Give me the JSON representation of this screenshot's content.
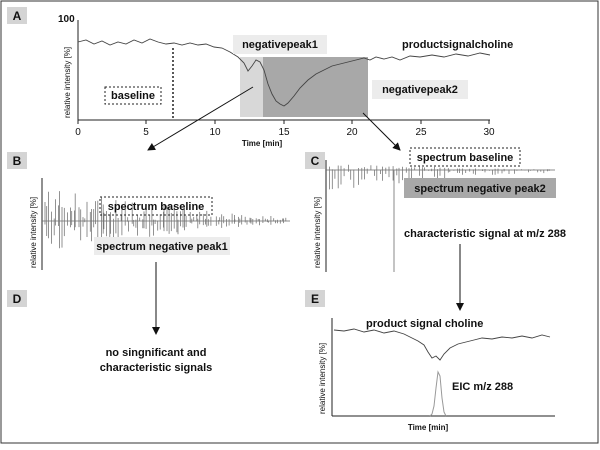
{
  "panels": {
    "a": "A",
    "b": "B",
    "c": "C",
    "d": "D",
    "e": "E"
  },
  "top_chart": {
    "y_max_label": "100",
    "y_axis_label": "relative intensity [%]",
    "x_axis_label": "Time [min]",
    "x_ticks": [
      "0",
      "5",
      "10",
      "15",
      "20",
      "25",
      "30"
    ],
    "baseline_label": "baseline",
    "negative_peak1_label": "negativepeak1",
    "negative_peak2_label": "negativepeak2",
    "product_signal_label": "productsignalcholine"
  },
  "panel_b": {
    "y_axis_label": "relative intensity [%]",
    "spectrum_baseline_label": "spectrum baseline",
    "spectrum_peak1_label": "spectrum negative peak1"
  },
  "panel_c": {
    "y_axis_label": "relative intensity [%]",
    "spectrum_baseline_label": "spectrum baseline",
    "spectrum_peak2_label": "spectrum negative peak2",
    "characteristic_label": "characteristic signal at m/z 288"
  },
  "panel_d": {
    "line1": "no singnificant and",
    "line2": "characteristic signals"
  },
  "panel_e": {
    "y_axis_label": "relative intensity [%]",
    "product_label": "product signal choline",
    "eic_label": "EIC m/z 288",
    "x_axis_label": "Time [min]"
  },
  "colors": {
    "border": "#333333",
    "label_bg": "#d4d4d4",
    "peak2_fill": "#a8a8a8",
    "peak1_fill": "#d8d8d8",
    "text_box_bg": "#ececec"
  }
}
